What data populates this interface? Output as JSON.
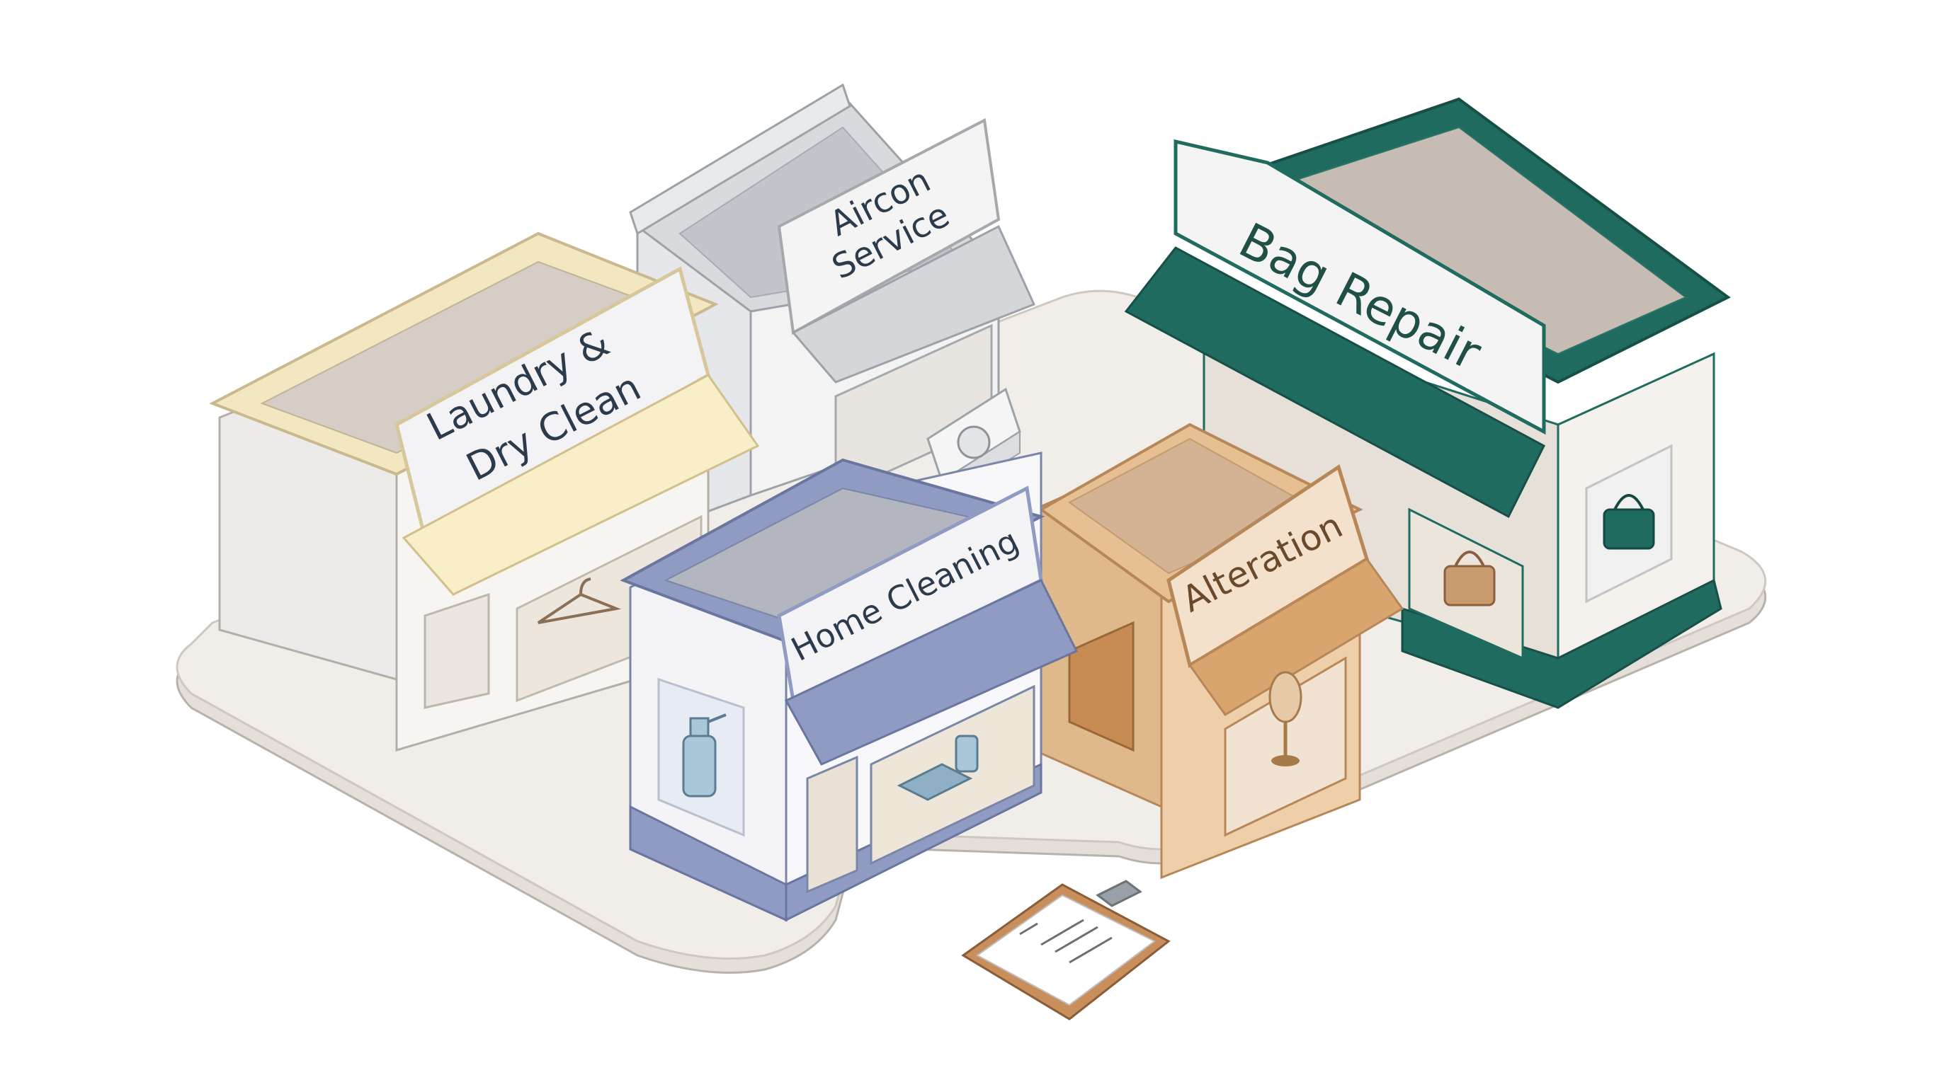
{
  "shops": {
    "laundry": {
      "line1": "Laundry &",
      "line2": "Dry Clean",
      "icon": "hanger-icon",
      "color": "#f6ecc8"
    },
    "aircon": {
      "line1": "Aircon",
      "line2": "Service",
      "icon": "air-conditioner-unit",
      "color": "#c9ccd2"
    },
    "bag_repair": {
      "label": "Bag Repair",
      "icon": "handbag-icon",
      "color": "#1f6b5f"
    },
    "home_cleaning": {
      "label": "Home Cleaning",
      "icon": "spray-bottle-icon",
      "color": "#8f9bc2"
    },
    "alteration": {
      "label": "Alteration",
      "icon": "dress-form-icon",
      "color": "#d9a56e"
    }
  },
  "clipboard": {
    "icon": "clipboard-checklist-icon"
  }
}
